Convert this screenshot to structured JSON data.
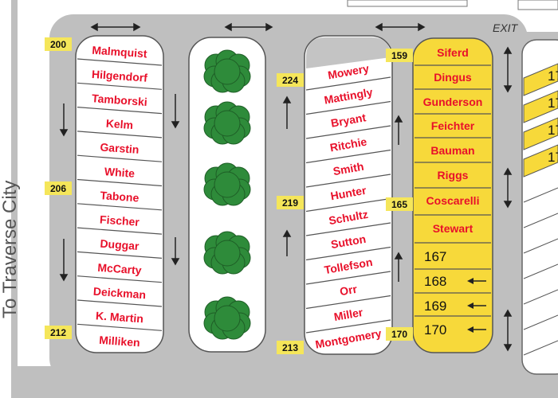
{
  "labels": {
    "exit": "EXIT",
    "street": "To Traverse City"
  },
  "colors": {
    "road": "#bfbfbf",
    "lot_number_bg": "#f5e65a",
    "name_text": "#e8102a",
    "yellow_spaces": "#f7d93a",
    "tree": "#2e8b3a"
  },
  "lot_numbers": {
    "n200": "200",
    "n206": "206",
    "n212": "212",
    "n224": "224",
    "n219": "219",
    "n213": "213",
    "n159": "159",
    "n165": "165",
    "n170": "170"
  },
  "columns": {
    "col1": [
      "Malmquist",
      "Hilgendorf",
      "Tamborski",
      "Kelm",
      "Garstin",
      "White",
      "Tabone",
      "Fischer",
      "Duggar",
      "McCarty",
      "Deickman",
      "K. Martin",
      "Milliken"
    ],
    "col2": [
      "Mowery",
      "Mattingly",
      "Bryant",
      "Ritchie",
      "Smith",
      "Hunter",
      "Schultz",
      "Sutton",
      "Tollefson",
      "Orr",
      "Miller",
      "Montgomery"
    ],
    "col3": [
      "Siferd",
      "Dingus",
      "Gunderson",
      "Feichter",
      "Bauman",
      "Riggs",
      "Coscarelli",
      "Stewart"
    ],
    "col3_numbers": [
      "167",
      "168",
      "169",
      "170"
    ],
    "right_partial": [
      "17",
      "17",
      "17",
      "17"
    ]
  }
}
